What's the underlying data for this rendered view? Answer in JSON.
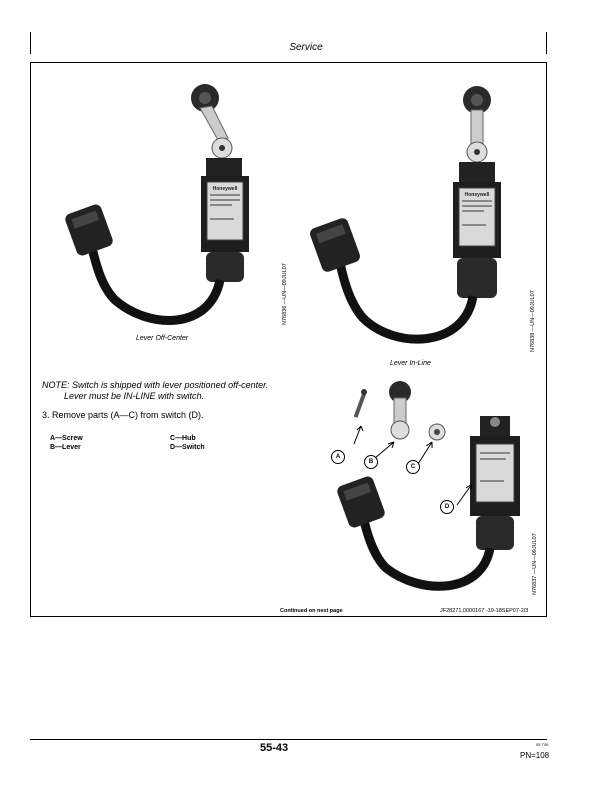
{
  "header": {
    "title": "Service"
  },
  "figures": {
    "fig1": {
      "code": "N76836 —UN—09JUL07",
      "caption": "Lever  Off-Center"
    },
    "fig2": {
      "code": "N76838 —UN—09JUL07",
      "caption": "Lever  In-Line"
    },
    "fig3": {
      "code": "N76837 —UN—09JUL07",
      "callouts": [
        "A",
        "B",
        "C",
        "D"
      ]
    }
  },
  "switch_brand": "Honeywell",
  "note": {
    "line1": "NOTE: Switch is shipped with lever positioned off-center.",
    "line2": "Lever must be IN-LINE with switch."
  },
  "step": "3.  Remove parts (A—C) from switch (D).",
  "legend": {
    "left": [
      "A—Screw",
      "B—Lever"
    ],
    "right": [
      "C—Hub",
      "D—Switch"
    ]
  },
  "footer_block": {
    "continued": "Continued on next page",
    "ref": "JF28271,0000167 -19-18SEP07-2/3"
  },
  "footer": {
    "page_number": "55-43",
    "small_code": "05  T09",
    "pn": "PN=108"
  }
}
